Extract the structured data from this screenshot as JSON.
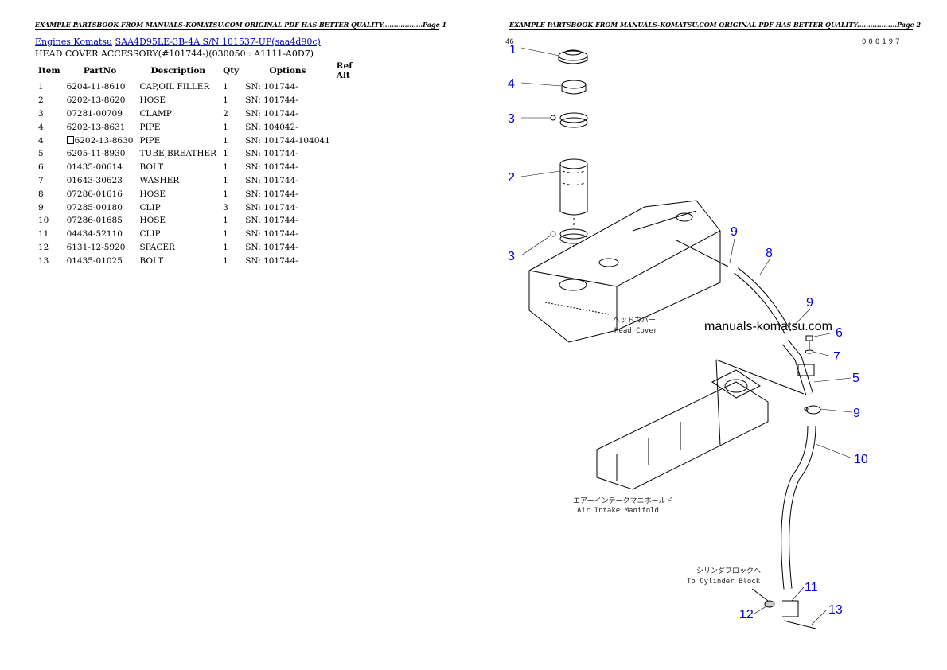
{
  "headers": {
    "page1": "EXAMPLE PARTSBOOK FROM MANUALS-KOMATSU.COM ORIGINAL PDF HAS BETTER QUALITY..................Page 1",
    "page2": "EXAMPLE PARTSBOOK FROM MANUALS-KOMATSU.COM ORIGINAL PDF HAS BETTER QUALITY..................Page 2"
  },
  "breadcrumb": {
    "link1": "Engines Komatsu",
    "link2": "SAA4D95LE-3B-4A S/N 101537-UP(saa4d90c)"
  },
  "title": "HEAD COVER ACCESSORY(#101744-)(030050 : A1111-A0D7)",
  "table": {
    "columns": [
      "Item",
      "PartNo",
      "Description",
      "Qty",
      "Options",
      "Ref Alt"
    ],
    "rows": [
      {
        "item": "1",
        "part": "6204-11-8610",
        "desc": "CAP,OIL FILLER",
        "qty": "1",
        "opt": "SN: 101744-"
      },
      {
        "item": "2",
        "part": "6202-13-8620",
        "desc": "HOSE",
        "qty": "1",
        "opt": "SN: 101744-"
      },
      {
        "item": "3",
        "part": "07281-00709",
        "desc": "CLAMP",
        "qty": "2",
        "opt": "SN: 101744-"
      },
      {
        "item": "4",
        "part": "6202-13-8631",
        "desc": "PIPE",
        "qty": "1",
        "opt": "SN: 104042-"
      },
      {
        "item": "4",
        "part": "6202-13-8630",
        "desc": "PIPE",
        "qty": "1",
        "opt": "SN: 101744-104041"
      },
      {
        "item": "5",
        "part": "6205-11-8930",
        "desc": "TUBE,BREATHER",
        "qty": "1",
        "opt": "SN: 101744-"
      },
      {
        "item": "6",
        "part": "01435-00614",
        "desc": "BOLT",
        "qty": "1",
        "opt": "SN: 101744-"
      },
      {
        "item": "7",
        "part": "01643-30623",
        "desc": "WASHER",
        "qty": "1",
        "opt": "SN: 101744-"
      },
      {
        "item": "8",
        "part": "07286-01616",
        "desc": "HOSE",
        "qty": "1",
        "opt": "SN: 101744-"
      },
      {
        "item": "9",
        "part": "07285-00180",
        "desc": "CLIP",
        "qty": "3",
        "opt": "SN: 101744-"
      },
      {
        "item": "10",
        "part": "07286-01685",
        "desc": "HOSE",
        "qty": "1",
        "opt": "SN: 101744-"
      },
      {
        "item": "11",
        "part": "04434-52110",
        "desc": "CLIP",
        "qty": "1",
        "opt": "SN: 101744-"
      },
      {
        "item": "12",
        "part": "6131-12-5920",
        "desc": "SPACER",
        "qty": "1",
        "opt": "SN: 101744-"
      },
      {
        "item": "13",
        "part": "01435-01025",
        "desc": "BOLT",
        "qty": "1",
        "opt": "SN: 101744-"
      }
    ]
  },
  "diagram": {
    "drawing_code": "000197",
    "corner_code": "46",
    "watermark": "manuals-komatsu.com",
    "labels": {
      "head_cover_jp": "ヘッドカバー",
      "head_cover_en": "Head Cover",
      "manifold_jp": "エアーインテークマニホールド",
      "manifold_en": "Air Intake Manifold",
      "cylinder_jp": "シリンダブロックへ",
      "cylinder_en": "To Cylinder Block"
    },
    "callouts": [
      "1",
      "4",
      "3",
      "2",
      "3",
      "9",
      "8",
      "9",
      "6",
      "7",
      "5",
      "9",
      "10",
      "11",
      "12",
      "13"
    ]
  }
}
